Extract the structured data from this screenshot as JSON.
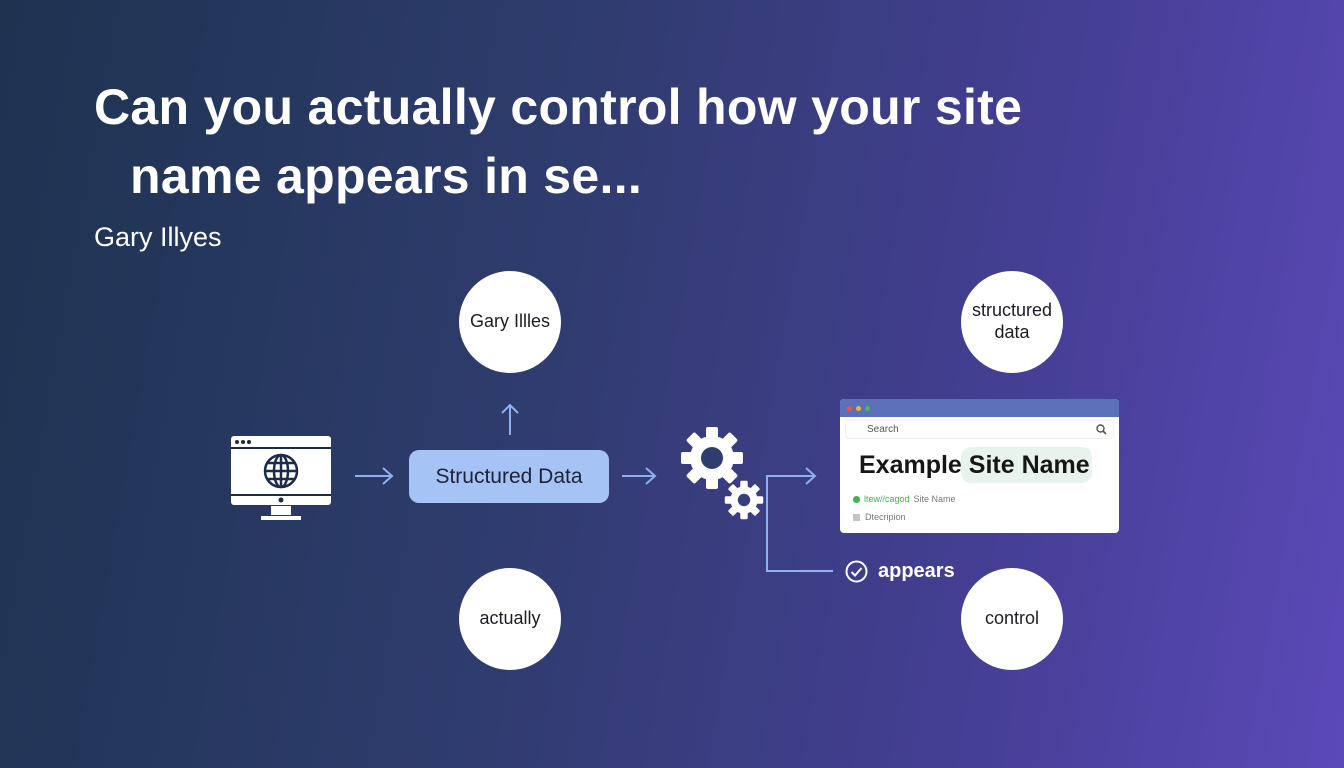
{
  "title": {
    "line1": "Can you actually control how your site",
    "line2": "name appears in se..."
  },
  "author": "Gary Illyes",
  "nodes": {
    "top_left": "Gary Illles",
    "top_right": "structured data",
    "bottom_left": "actually",
    "bottom_right": "control",
    "center_box": "Structured Data",
    "appears": "appears"
  },
  "browser": {
    "search_placeholder": "Search",
    "heading": "Example Site Name",
    "url": "ltew//cagod",
    "url_site": "Site Name",
    "description": "Dtecripion"
  },
  "colors": {
    "box": "#a6c3f6",
    "accent_line": "#8fb0f0",
    "url_green": "#3fb24a"
  }
}
